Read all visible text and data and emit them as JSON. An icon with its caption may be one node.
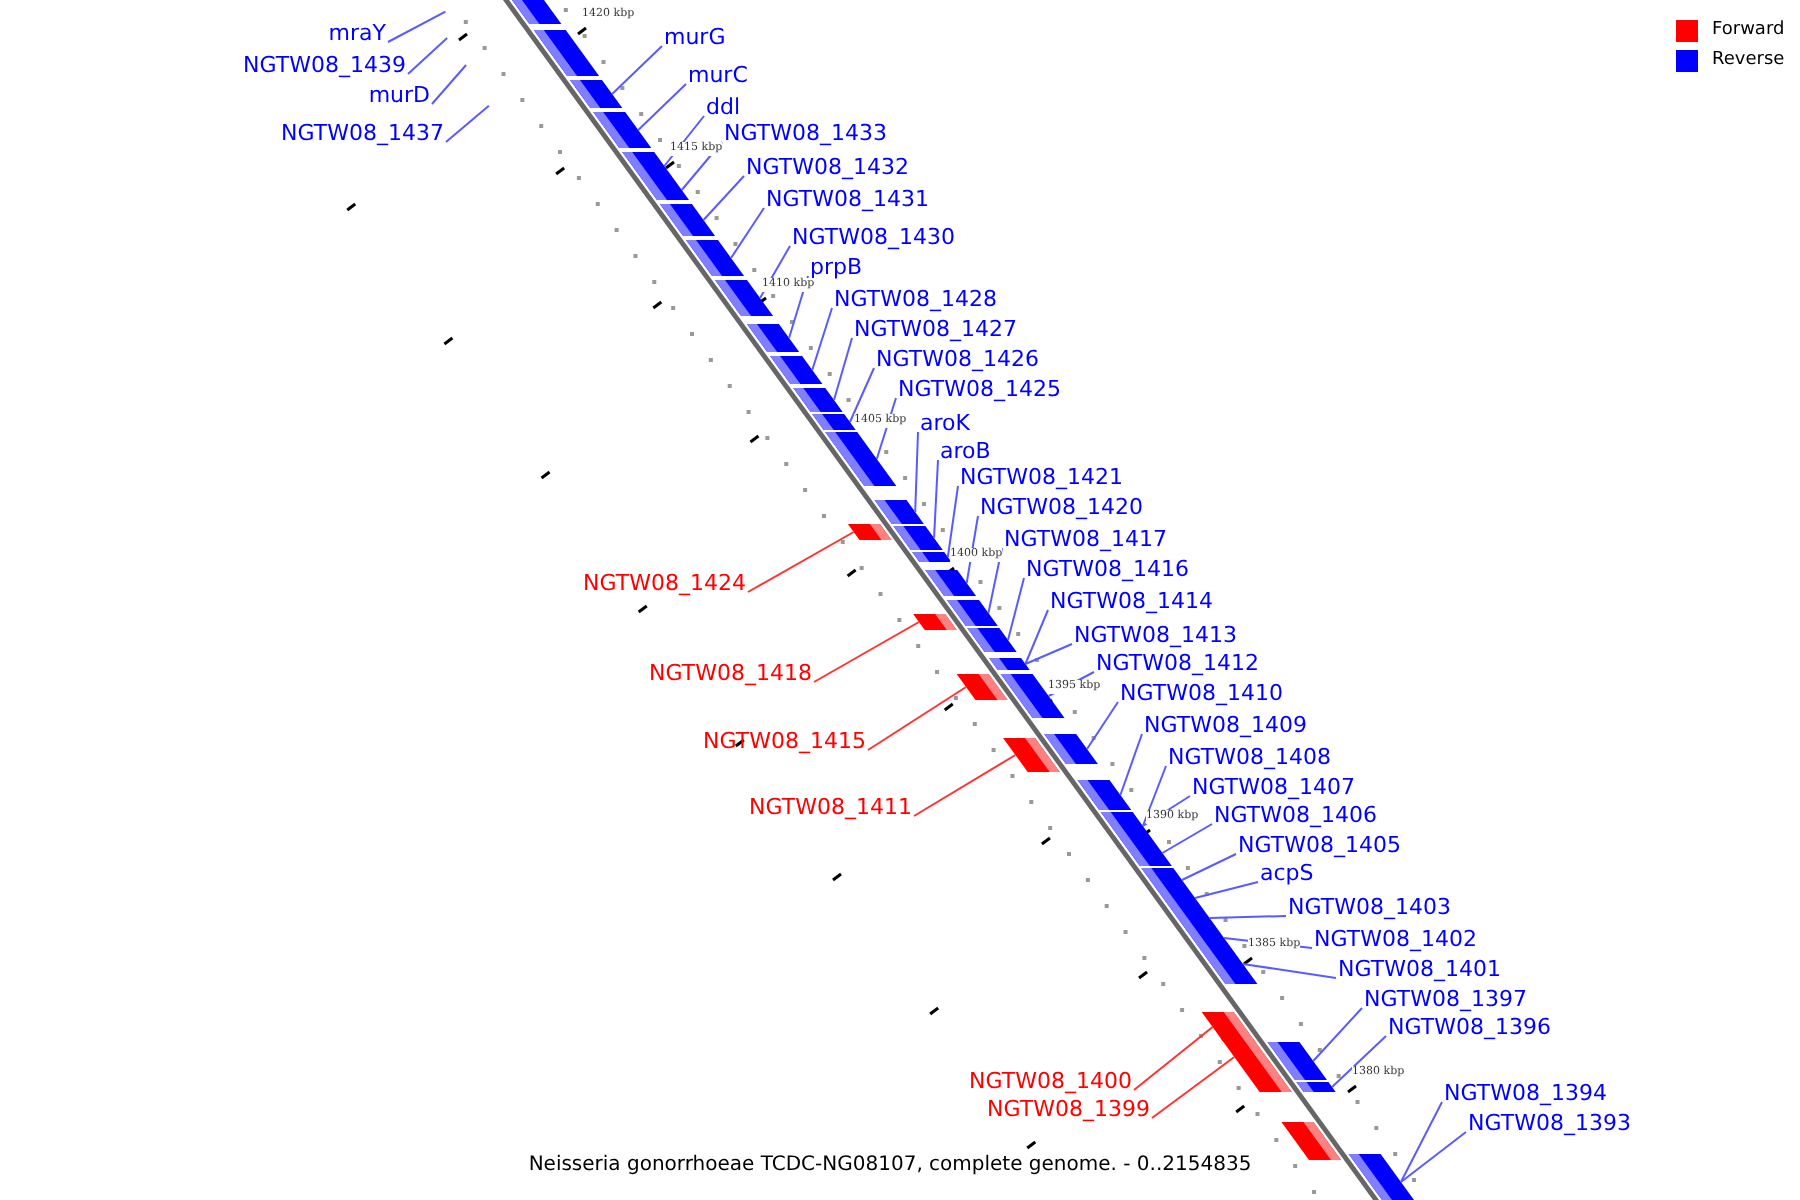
{
  "diagram": {
    "caption": "Neisseria gonorrhoeae TCDC-NG08107, complete genome. - 0..2154835",
    "nodes": [
      {
        "text": [
          "mraY"
        ]
      },
      {
        "text": [
          "murG"
        ]
      },
      {
        "text": [
          "NGTW08_1439"
        ]
      },
      {
        "text": [
          "murC"
        ]
      },
      {
        "text": [
          "murD"
        ]
      },
      {
        "text": [
          "ddl"
        ]
      },
      {
        "text": [
          "NGTW08_1437"
        ]
      },
      {
        "text": [
          "NGTW08_1433"
        ]
      },
      {
        "text": [
          "NGTW08_1432"
        ]
      },
      {
        "text": [
          "NGTW08_1431"
        ]
      },
      {
        "text": [
          "NGTW08_1430"
        ]
      },
      {
        "text": [
          "prpB"
        ]
      },
      {
        "text": [
          "NGTW08_1428"
        ]
      },
      {
        "text": [
          "NGTW08_1427"
        ]
      },
      {
        "text": [
          "NGTW08_1426"
        ]
      },
      {
        "text": [
          "NGTW08_1425"
        ]
      },
      {
        "text": [
          "aroK"
        ]
      },
      {
        "text": [
          "aroB"
        ]
      },
      {
        "text": [
          "NGTW08_1421"
        ]
      },
      {
        "text": [
          "NGTW08_1420"
        ]
      },
      {
        "text": [
          "NGTW08_1417"
        ]
      },
      {
        "text": [
          "NGTW08_1416"
        ]
      },
      {
        "text": [
          "NGTW08_1424"
        ]
      },
      {
        "text": [
          "NGTW08_1414"
        ]
      },
      {
        "text": [
          "NGTW08_1413"
        ]
      },
      {
        "text": [
          "NGTW08_1412"
        ]
      },
      {
        "text": [
          "NGTW08_1418"
        ]
      },
      {
        "text": [
          "NGTW08_1410"
        ]
      },
      {
        "text": [
          "NGTW08_1409"
        ]
      },
      {
        "text": [
          "NGTW08_1415"
        ]
      },
      {
        "text": [
          "NGTW08_1408"
        ]
      },
      {
        "text": [
          "NGTW08_1407"
        ]
      },
      {
        "text": [
          "NGTW08_1411"
        ]
      },
      {
        "text": [
          "NGTW08_1406"
        ]
      },
      {
        "text": [
          "NGTW08_1405"
        ]
      },
      {
        "text": [
          "acpS"
        ]
      },
      {
        "text": [
          "NGTW08_1403"
        ]
      },
      {
        "text": [
          "NGTW08_1402"
        ]
      },
      {
        "text": [
          "NGTW08_1401"
        ]
      },
      {
        "text": [
          "NGTW08_1397"
        ]
      },
      {
        "text": [
          "NGTW08_1396"
        ]
      },
      {
        "text": [
          "NGTW08_1400"
        ]
      },
      {
        "text": [
          "NGTW08_1394"
        ]
      },
      {
        "text": [
          "NGTW08_1399"
        ]
      },
      {
        "text": [
          "NGTW08_1393"
        ]
      },
      {
        "text": [],
        "shape": "bar"
      },
      {
        "text": [],
        "shape": "bar"
      },
      {
        "text": [],
        "shape": "bar"
      },
      {
        "text": [],
        "shape": "bar"
      },
      {
        "text": [],
        "shape": "bar"
      },
      {
        "text": [],
        "shape": "bar"
      },
      {
        "text": [],
        "shape": "bar"
      },
      {
        "text": [],
        "shape": "bar"
      },
      {
        "text": [],
        "shape": "bar"
      },
      {
        "text": [],
        "shape": "bar"
      },
      {
        "text": [],
        "shape": "bar"
      },
      {
        "text": [],
        "shape": "bar"
      },
      {
        "text": [],
        "shape": "bar"
      },
      {
        "text": [],
        "shape": "bar"
      },
      {
        "text": [],
        "shape": "bar"
      },
      {
        "text": [],
        "shape": "bar"
      },
      {
        "text": [],
        "shape": "bar"
      },
      {
        "text": [],
        "shape": "bar"
      },
      {
        "text": [],
        "shape": "bar"
      },
      {
        "text": [],
        "shape": "bar"
      },
      {
        "text": [],
        "shape": "bar"
      },
      {
        "text": [],
        "shape": "bar"
      },
      {
        "text": [],
        "shape": "bar"
      },
      {
        "text": [],
        "shape": "bar"
      },
      {
        "text": [],
        "shape": "bar"
      },
      {
        "text": [],
        "shape": "bar"
      },
      {
        "text": [],
        "shape": "bar"
      },
      {
        "text": [],
        "shape": "bar"
      },
      {
        "text": [],
        "shape": "bar"
      },
      {
        "text": [],
        "shape": "bar"
      },
      {
        "text": [],
        "shape": "bar"
      },
      {
        "text": [],
        "shape": "bar"
      },
      {
        "text": [],
        "shape": "bar"
      },
      {
        "text": [],
        "shape": "bar"
      },
      {
        "text": [],
        "shape": "bar"
      },
      {
        "text": [],
        "shape": "bar"
      },
      {
        "text": [],
        "shape": "bar"
      },
      {
        "text": [],
        "shape": "bar"
      },
      {
        "text": [],
        "shape": "bar"
      },
      {
        "text": [],
        "shape": "bar"
      },
      {
        "text": [],
        "shape": "bar"
      },
      {
        "text": [],
        "shape": "bar"
      }
    ],
    "edges": [
      {
        "from": 0,
        "to": null,
        "arrow": "none"
      },
      {
        "from": 1,
        "to": 47,
        "arrow": "none"
      },
      {
        "from": 2,
        "to": null,
        "arrow": "none"
      },
      {
        "from": 3,
        "to": 48,
        "arrow": "none"
      },
      {
        "from": 4,
        "to": null,
        "arrow": "none"
      },
      {
        "from": 5,
        "to": 49,
        "arrow": "none"
      },
      {
        "from": 6,
        "to": null,
        "arrow": "none"
      },
      {
        "from": 7,
        "to": 50,
        "arrow": "none"
      },
      {
        "from": 8,
        "to": 51,
        "arrow": "none"
      },
      {
        "from": 9,
        "to": 52,
        "arrow": "none"
      },
      {
        "from": 10,
        "to": 53,
        "arrow": "none"
      },
      {
        "from": 11,
        "to": 54,
        "arrow": "none"
      },
      {
        "from": 12,
        "to": 55,
        "arrow": "none"
      },
      {
        "from": 13,
        "to": 56,
        "arrow": "none"
      },
      {
        "from": 14,
        "to": 57,
        "arrow": "none"
      },
      {
        "from": 15,
        "to": 58,
        "arrow": "none"
      },
      {
        "from": 16,
        "to": 59,
        "arrow": "none"
      },
      {
        "from": 17,
        "to": 61,
        "arrow": "none"
      },
      {
        "from": 18,
        "to": 62,
        "arrow": "none"
      },
      {
        "from": 19,
        "to": 63,
        "arrow": "none"
      },
      {
        "from": 20,
        "to": 64,
        "arrow": "none"
      },
      {
        "from": 21,
        "to": 66,
        "arrow": "none"
      },
      {
        "from": 22,
        "to": 60,
        "arrow": "none",
        "color": "#ff3333"
      },
      {
        "from": 23,
        "to": 67,
        "arrow": "none"
      },
      {
        "from": 24,
        "to": 67,
        "arrow": "none"
      },
      {
        "from": 25,
        "to": 69,
        "arrow": "none"
      },
      {
        "from": 26,
        "to": 65,
        "arrow": "none",
        "color": "#ff3333"
      },
      {
        "from": 27,
        "to": 70,
        "arrow": "none"
      },
      {
        "from": 28,
        "to": 72,
        "arrow": "none"
      },
      {
        "from": 29,
        "to": 68,
        "arrow": "none",
        "color": "#ff3333"
      },
      {
        "from": 30,
        "to": 73,
        "arrow": "none"
      },
      {
        "from": 31,
        "to": 73,
        "arrow": "none"
      },
      {
        "from": 32,
        "to": 71,
        "arrow": "none",
        "color": "#ff3333"
      },
      {
        "from": 33,
        "to": 74,
        "arrow": "none"
      },
      {
        "from": 34,
        "to": 75,
        "arrow": "none"
      },
      {
        "from": 35,
        "to": 76,
        "arrow": "none"
      },
      {
        "from": 36,
        "to": 77,
        "arrow": "none"
      },
      {
        "from": 37,
        "to": 78,
        "arrow": "none"
      },
      {
        "from": 38,
        "to": 79,
        "arrow": "none"
      },
      {
        "from": 39,
        "to": 82,
        "arrow": "none"
      },
      {
        "from": 40,
        "to": 84,
        "arrow": "none"
      },
      {
        "from": 41,
        "to": 80,
        "arrow": "none",
        "color": "#ff3333"
      },
      {
        "from": 42,
        "to": 86,
        "arrow": "none"
      },
      {
        "from": 43,
        "to": 81,
        "arrow": "none",
        "color": "#ff3333"
      },
      {
        "from": 44,
        "to": 86,
        "arrow": "none"
      }
    ],
    "labels": [
      "1420 kbp",
      "1415 kbp",
      "1410 kbp",
      "1405 kbp",
      "1400 kbp",
      "1395 kbp",
      "1390 kbp",
      "1385 kbp",
      "1380 kbp"
    ],
    "legend": [
      {
        "text": "Forward",
        "color": "#ff0000"
      },
      {
        "text": "Reverse",
        "color": "#0000ff"
      }
    ]
  }
}
